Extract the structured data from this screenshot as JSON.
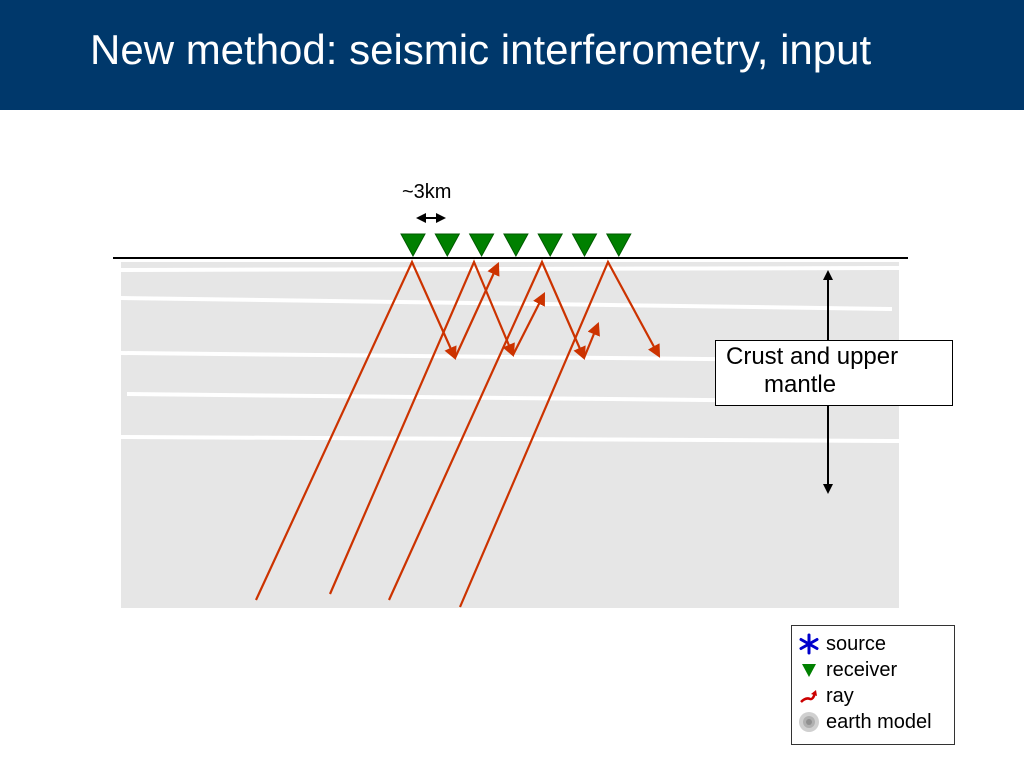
{
  "slide": {
    "title": "New method: seismic interferometry, input"
  },
  "diagram": {
    "scale_label": "~3km",
    "annotation": {
      "line1": "Crust and upper",
      "line2": "mantle"
    },
    "receiver_count": 7
  },
  "legend": {
    "items": [
      {
        "key": "source",
        "label": "source",
        "icon": "asterisk-icon"
      },
      {
        "key": "receiver",
        "label": "receiver",
        "icon": "triangle-down-icon"
      },
      {
        "key": "ray",
        "label": "ray",
        "icon": "curved-arrow-icon"
      },
      {
        "key": "earth_model",
        "label": "earth model",
        "icon": "earth-icon"
      }
    ]
  },
  "colors": {
    "header": "#00386b",
    "model_background": "#e6e6e6",
    "receiver": "#008000",
    "ray": "#cc3300",
    "source": "#0000cc"
  }
}
